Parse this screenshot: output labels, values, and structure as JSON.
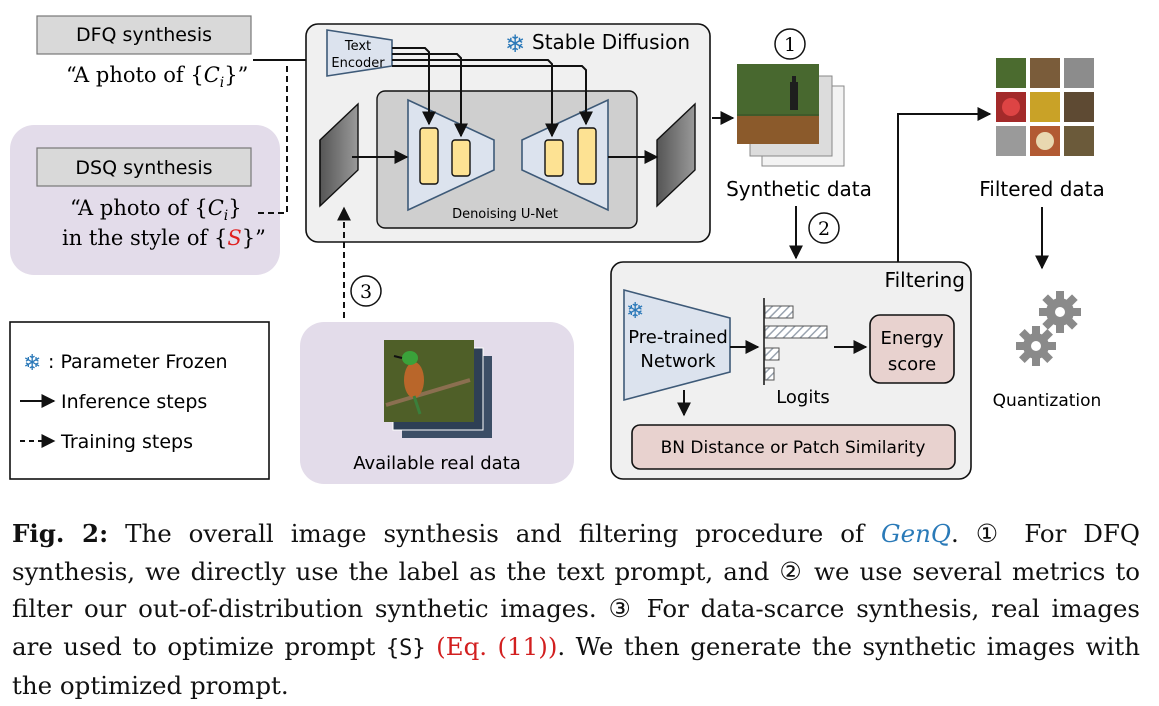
{
  "diagram": {
    "dfq_box": "DFQ synthesis",
    "dfq_prompt_prefix": "“A photo of {",
    "dfq_prompt_var": "C",
    "dfq_prompt_sub": "i",
    "dfq_prompt_suffix": "}”",
    "dsq_box": "DSQ synthesis",
    "dsq_line1_prefix": "“A photo of {",
    "dsq_line1_var": "C",
    "dsq_line1_sub": "i",
    "dsq_line1_suffix": "}",
    "dsq_line2_prefix": "in the style of {",
    "dsq_line2_var": "S",
    "dsq_line2_suffix": "}”",
    "stable_diffusion": "Stable Diffusion",
    "text_encoder_line1": "Text",
    "text_encoder_line2": "Encoder",
    "denoising_unet": "Denoising U-Net",
    "synthetic_data": "Synthetic data",
    "filtered_data": "Filtered data",
    "filtering": "Filtering",
    "pretrained_line1": "Pre-trained",
    "pretrained_line2": "Network",
    "logits": "Logits",
    "energy_line1": "Energy",
    "energy_line2": "score",
    "bn_distance": "BN Distance or Patch Similarity",
    "quantization": "Quantization",
    "available_real": "Available real data",
    "legend_frozen": ": Parameter Frozen",
    "legend_inference": "Inference steps",
    "legend_training": "Training steps",
    "step1": "1",
    "step2": "2",
    "step3": "3",
    "colors": {
      "lavender": "#e3dcea",
      "panel_gray": "#f0f0f0",
      "inner_gray": "#cfcfcf",
      "unet_blue": "#dce3ee",
      "unet_border": "#3e5a78",
      "yellow": "#fde293",
      "pink": "#e8d2cf",
      "snowflake": "#2a78b8",
      "red": "#e02020"
    }
  },
  "caption": {
    "fig_label": "Fig. 2:",
    "t1": " The overall image synthesis and filtering procedure of ",
    "genq": "GenQ",
    "t2": ". ",
    "c1": "①",
    "t3": " For DFQ synthesis, we directly use the label as the text prompt, and ",
    "c2": "②",
    "t4": " we use several metrics to filter our out-of-distribution synthetic images. ",
    "c3": "③",
    "t5": " For data-scarce synthesis, real images are used to optimize prompt ",
    "prompt": "{S}",
    "t6": " ",
    "eqref": "(Eq. (11))",
    "t7": ". We then generate the synthetic images with the optimized prompt."
  }
}
